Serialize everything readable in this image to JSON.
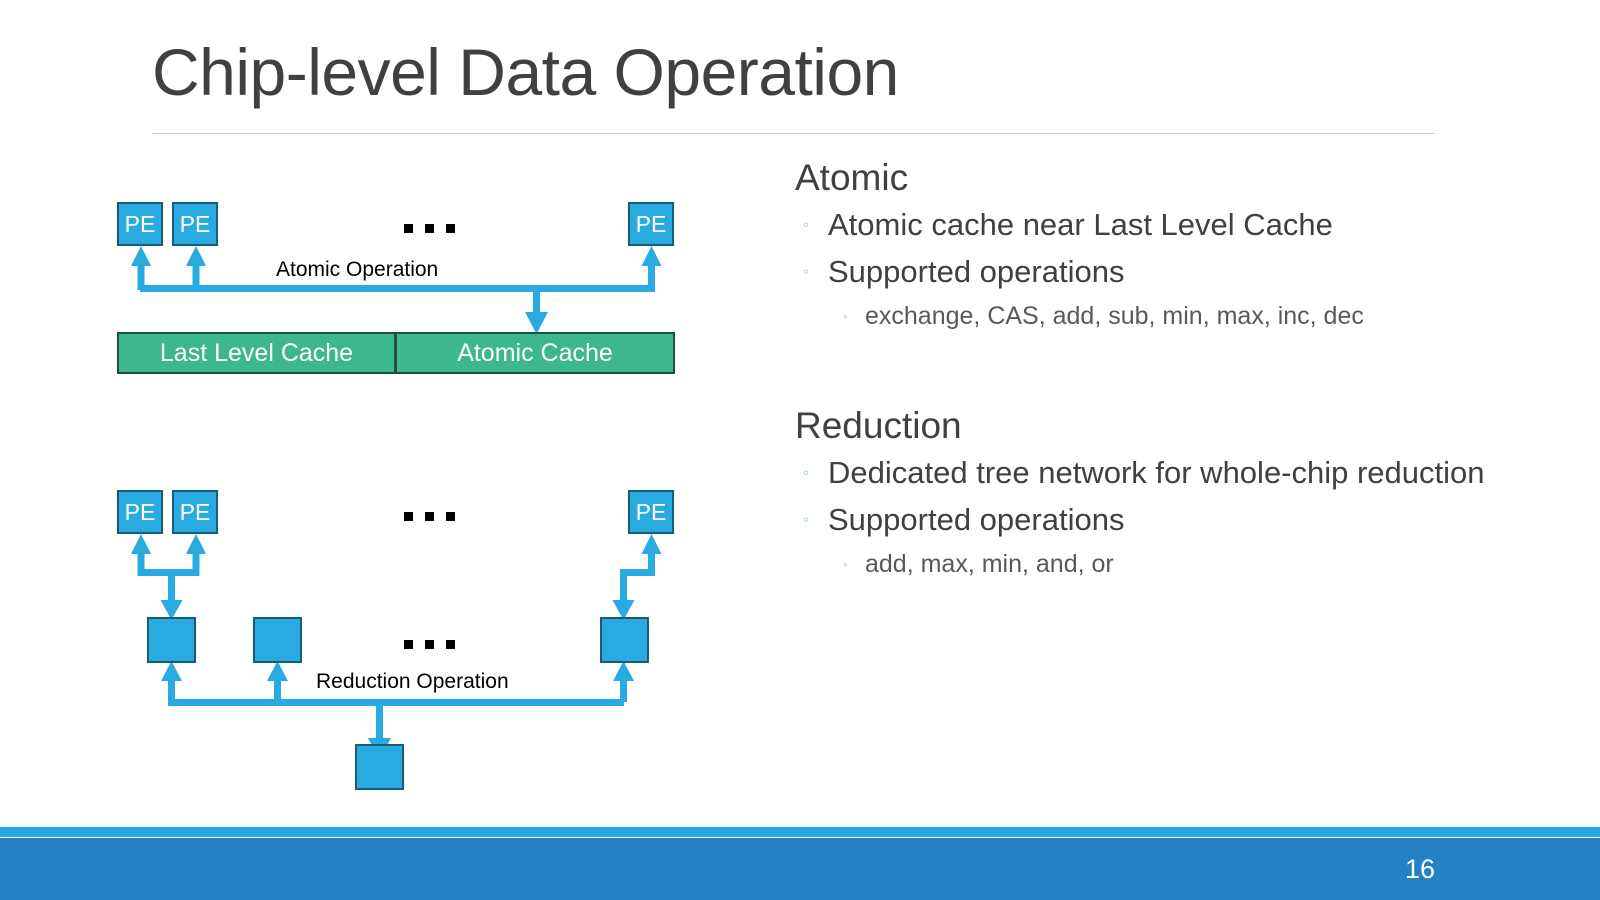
{
  "slide": {
    "title": "Chip-level Data Operation",
    "page_number": "16"
  },
  "colors": {
    "title_text": "#404040",
    "node_fill": "#29ABE2",
    "node_border": "#1B5D73",
    "cache_fill": "#3DB78C",
    "wire": "#29ABE2",
    "bullet_marker": "#7ecbea",
    "footer_cyan": "#27AAE1",
    "footer_blue": "#2581C4"
  },
  "atomic_diagram": {
    "pe_labels": [
      "PE",
      "PE",
      "PE"
    ],
    "ellipsis": "...",
    "connection_label": "Atomic Operation",
    "cache_left_label": "Last Level Cache",
    "cache_right_label": "Atomic Cache"
  },
  "reduction_diagram": {
    "pe_labels": [
      "PE",
      "PE",
      "PE"
    ],
    "ellipsis_top": "...",
    "ellipsis_mid": "...",
    "connection_label": "Reduction Operation"
  },
  "content": {
    "sections": [
      {
        "heading": "Atomic",
        "bullets": [
          {
            "level": 2,
            "text": "Atomic cache near Last Level Cache"
          },
          {
            "level": 2,
            "text": "Supported operations"
          },
          {
            "level": 3,
            "text": "exchange, CAS, add, sub, min, max, inc, dec"
          }
        ]
      },
      {
        "heading": "Reduction",
        "bullets": [
          {
            "level": 2,
            "text": "Dedicated tree network for whole-chip reduction"
          },
          {
            "level": 2,
            "text": "Supported operations"
          },
          {
            "level": 3,
            "text": "add, max, min, and, or"
          }
        ]
      }
    ]
  }
}
